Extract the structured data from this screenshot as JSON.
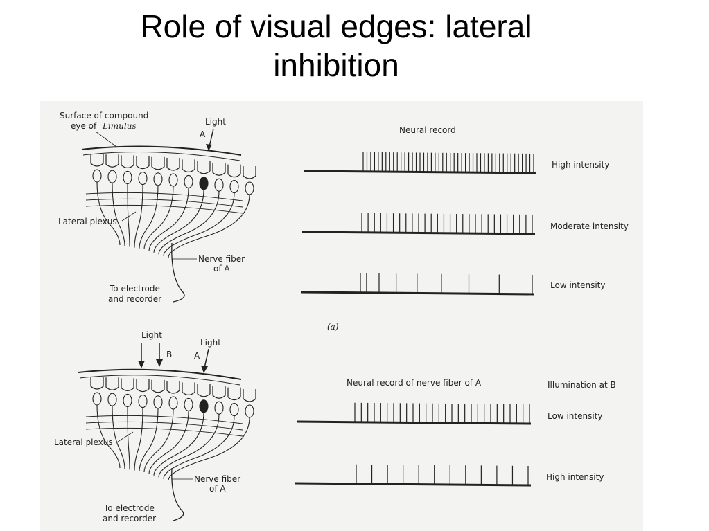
{
  "title": {
    "line1": "Role of visual edges: lateral",
    "line2": "inhibition"
  },
  "panel_a": {
    "eye_surface_label_1": "Surface of compound",
    "eye_surface_label_2": "eye of",
    "eye_surface_species": "Limulus",
    "light_label": "Light",
    "light_a_label": "A",
    "lateral_plexus_label": "Lateral plexus",
    "nerve_fiber_label_1": "Nerve fiber",
    "nerve_fiber_label_2": "of A",
    "electrode_label_1": "To electrode",
    "electrode_label_2": "and recorder",
    "record_title": "Neural record",
    "caption": "(a)",
    "traces": [
      {
        "label": "High intensity",
        "spike_count": 46
      },
      {
        "label": "Moderate intensity",
        "spike_count": 28
      },
      {
        "label": "Low intensity",
        "spike_count": 9
      }
    ]
  },
  "panel_b": {
    "light_label_left": "Light",
    "light_b_label": "B",
    "light_label_right": "Light",
    "light_a_label": "A",
    "lateral_plexus_label": "Lateral plexus",
    "nerve_fiber_label_1": "Nerve fiber",
    "nerve_fiber_label_2": "of A",
    "electrode_label_1": "To electrode",
    "electrode_label_2": "and recorder",
    "record_title": "Neural record of nerve fiber of A",
    "illumination_title": "Illumination at B",
    "traces": [
      {
        "label": "Low intensity",
        "spike_count": 28
      },
      {
        "label": "High intensity",
        "spike_count": 12
      }
    ]
  },
  "colors": {
    "figure_background": "#f3f3f1",
    "ink": "#222222"
  }
}
